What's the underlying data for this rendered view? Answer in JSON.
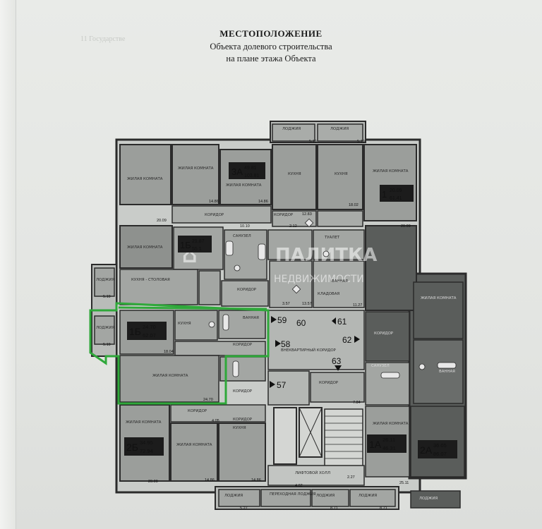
{
  "header": {
    "title": "МЕСТОПОЛОЖЕНИЕ",
    "line1": "Объекта долевого строительства",
    "line2": "на плане этажа Объекта"
  },
  "stamp_text": "11 Государстве",
  "watermark": {
    "line1": "ПАЛИТКА",
    "line2": "НЕДВИЖИМОСТИ"
  },
  "colors": {
    "highlight": "#2fa83a",
    "room_fill": "#9b9e9b",
    "dark_fill": "#5a5d5b",
    "wall": "#2b2b2b"
  },
  "rooms": {
    "living_tl": "ЖИЛАЯ КОМНАТА",
    "living_t2": "ЖИЛАЯ КОМНАТА",
    "living_t3": "ЖИЛАЯ КОМНАТА",
    "kitchen_t1": "КУХНЯ",
    "kitchen_t2": "КУХНЯ",
    "living_tr": "ЖИЛАЯ КОМНАТА",
    "loggia_t1": "ЛОДЖИЯ",
    "loggia_t2": "ЛОДЖИЯ",
    "corridor_t": "КОРИДОР",
    "corridor_t2": "КОРИДОР",
    "sanuzel": "САНУЗЕЛ",
    "toilet": "ТУАЛЕТ",
    "bath": "ВАННАЯ",
    "living_ml": "ЖИЛАЯ КОМНАТА",
    "kitchen_dining": "КУХНЯ - СТОЛОВАЯ",
    "corridor_m": "КОРИДОР",
    "storage": "КЛАДОВАЯ",
    "loggia_l1": "ЛОДЖИЯ",
    "loggia_l2": "ЛОДЖИЯ",
    "kitchen_h": "КУХНЯ",
    "bath_h": "ВАННАЯ",
    "corridor_h": "КОРИДОР",
    "living_h": "ЖИЛАЯ КОМНАТА",
    "corridor_h2": "КОРИДОР",
    "inter_corridor": "ВНЕКВАРТИРНЫЙ КОРИДОР",
    "corridor_c": "КОРИДОР",
    "sanuzel_r": "САНУЗЕЛ",
    "bath_r": "ВАННАЯ",
    "living_r1": "ЖИЛАЯ КОМНАТА",
    "corridor_r": "КОРИДОР",
    "living_br": "ЖИЛАЯ КОМНАТА",
    "living_bl": "ЖИЛАЯ КОМНАТА",
    "living_bl2": "ЖИЛАЯ КОМНАТА",
    "kitchen_b": "КУХНЯ",
    "corridor_b": "КОРИДОР",
    "corridor_b2": "КОРИДОР",
    "loggia_b1": "ЛОДЖИЯ",
    "loggia_b2": "ЛОДЖИЯ",
    "loggia_b3": "ЛОДЖИЯ",
    "loggia_b4": "ЛОДЖИЯ",
    "passage_loggia": "ПЕРЕХОДНАЯ ЛОДЖИЯ",
    "lift_hall": "ЛИФТОВОЙ ХОЛЛ"
  },
  "apartment_tags": {
    "a3a": {
      "type": "3А",
      "area1": "49.81",
      "area2": "103.81"
    },
    "a1b_top": {
      "type": "1Б",
      "area1": "21.87",
      "area2": "55.1"
    },
    "a1_tr": {
      "type": "1",
      "area1": "20.09",
      "area2": "61.41"
    },
    "a1b": {
      "type": "1Б",
      "area1": "24.70",
      "area2": "62.07"
    },
    "a2b": {
      "type": "2Б",
      "area1": "34.95",
      "area2": "72.94"
    },
    "a1a": {
      "type": "1А",
      "area1": "26.11",
      "area2": "46.31"
    },
    "a2a": {
      "type": "2А",
      "area1": "36.05",
      "area2": "86.07"
    }
  },
  "unit_numbers": {
    "n57": "57",
    "n58": "58",
    "n59": "59",
    "n60": "60",
    "n61": "61",
    "n62": "62",
    "n63": "63"
  },
  "dims": {
    "d1": "14.86",
    "d2": "14.86",
    "d3": "12.83",
    "d4": "18.02",
    "d5": "20.09",
    "d6": "20.09",
    "d7": "10.10",
    "d8": "2.12",
    "d9": "5.19",
    "d10": "5.19",
    "d11": "18.04",
    "d12": "24.70",
    "d13": "3.57",
    "d14": "13.57",
    "d15": "11.27",
    "d16": "4.05",
    "d17": "20.09",
    "d18": "14.86",
    "d19": "14.86",
    "d20": "5.19",
    "d21": "5.19",
    "d22": "7.84",
    "d23": "4.62",
    "d24": "2.27",
    "d25": "25.11",
    "d26": "8.71",
    "d27": "8.71",
    "d28": "5.27"
  }
}
